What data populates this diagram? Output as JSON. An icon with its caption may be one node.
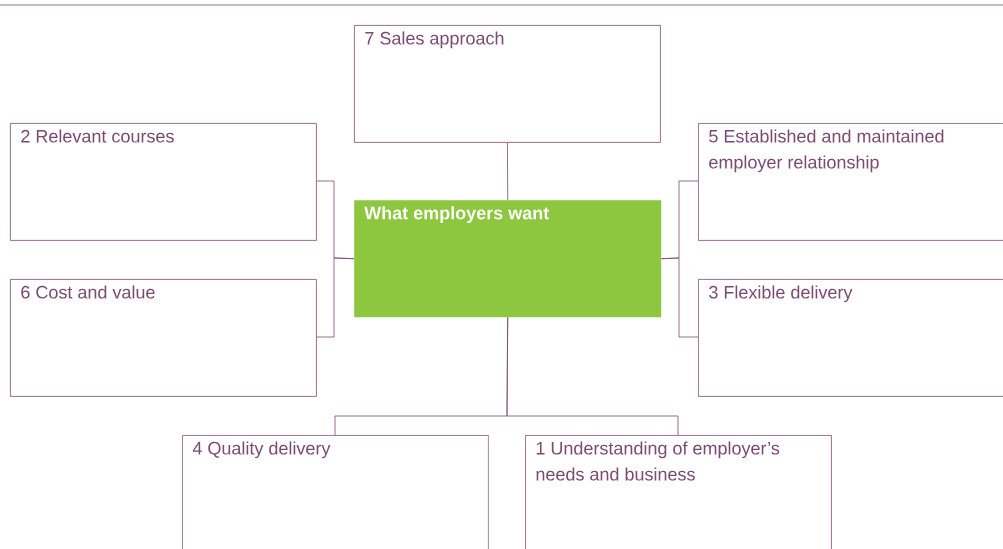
{
  "diagram": {
    "nodes": [
      {
        "text": [
          "7 Sales approach"
        ]
      },
      {
        "text": [
          "2 Relevant courses"
        ]
      },
      {
        "text": [
          "5 Established and maintained employer relationship"
        ]
      },
      {
        "text": [
          "What employers want"
        ]
      },
      {
        "text": [
          "6 Cost and value"
        ]
      },
      {
        "text": [
          "3 Flexible delivery"
        ]
      },
      {
        "text": [
          "4 Quality delivery"
        ]
      },
      {
        "text": [
          "1 Understanding of employer’s needs and business"
        ]
      }
    ],
    "edges": [
      {
        "from": 3,
        "to": 0,
        "arrow": "none"
      },
      {
        "from": 3,
        "to": 1,
        "arrow": "none"
      },
      {
        "from": 3,
        "to": 4,
        "arrow": "none"
      },
      {
        "from": 3,
        "to": 2,
        "arrow": "none"
      },
      {
        "from": 3,
        "to": 5,
        "arrow": "none"
      },
      {
        "from": 3,
        "to": 6,
        "arrow": "none"
      },
      {
        "from": 3,
        "to": 7,
        "arrow": "none"
      }
    ]
  }
}
